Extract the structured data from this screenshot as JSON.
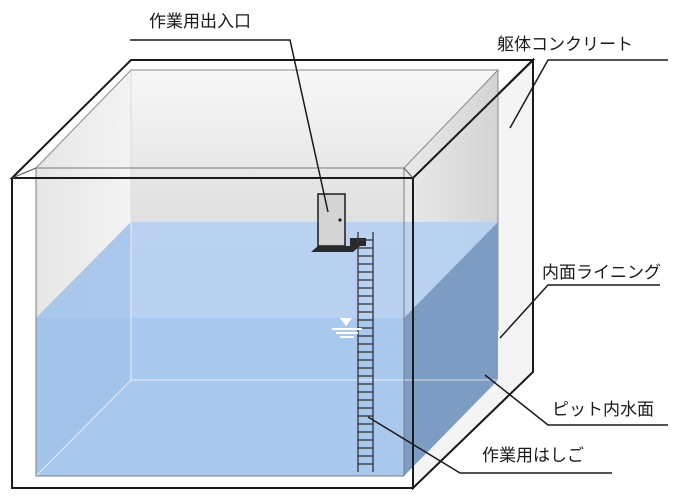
{
  "labels": {
    "entrance": "作業用出入口",
    "concrete": "躯体コンクリート",
    "lining": "内面ライニング",
    "water_surface": "ピット内水面",
    "ladder": "作業用はしご"
  },
  "colors": {
    "outline": "#1a1a1a",
    "water_front": "#a9c8ee",
    "water_side": "#7d9cc3",
    "water_top": "#b7d1f1",
    "wall_gradient_top": "#ffffff",
    "wall_gradient_bottom": "#cfcfcf",
    "door": "#d4d4d4",
    "ladder": "#333333"
  }
}
